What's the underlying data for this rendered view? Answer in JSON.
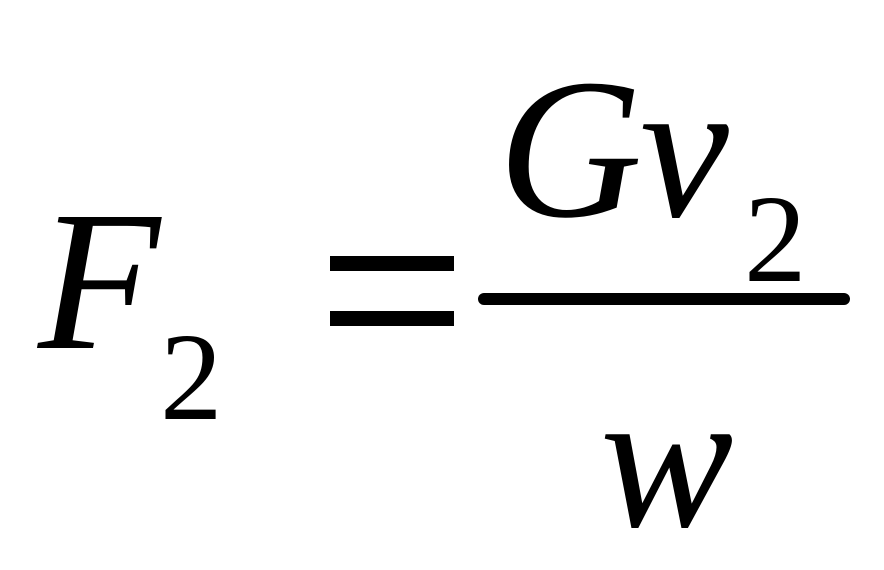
{
  "formula": {
    "lhs_variable": "F",
    "lhs_subscript": "2",
    "numerator_factor_1": "G",
    "numerator_factor_2": "v",
    "numerator_subscript": "2",
    "denominator": "w"
  }
}
